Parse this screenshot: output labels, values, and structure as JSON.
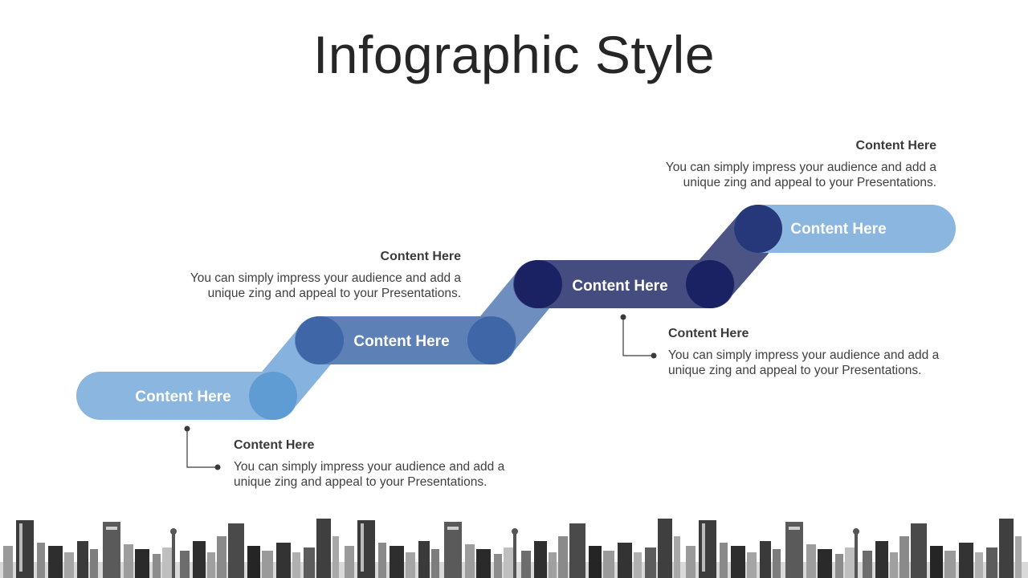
{
  "slide": {
    "title": "Infographic Style"
  },
  "steps": [
    {
      "label": "Content Here",
      "color": "#8ab6e0",
      "dot": "#5f9cd4"
    },
    {
      "label": "Content Here",
      "color": "#5d80b6",
      "dot": "#3f67a7"
    },
    {
      "label": "Content Here",
      "color": "#454d80",
      "dot": "#1a2263"
    },
    {
      "label": "Content Here",
      "color": "#8ab6e0",
      "dot": "#26387a"
    }
  ],
  "connector_colors": [
    "#85b2df",
    "#6f8ec0",
    "#4c5486"
  ],
  "callouts": [
    {
      "heading": "Content Here",
      "body_line1": "You can simply impress your audience and add a",
      "body_line2": "unique zing and appeal to your Presentations."
    },
    {
      "heading": "Content Here",
      "body_line1": "You can simply impress your audience and add a",
      "body_line2": "unique zing and appeal to your Presentations."
    },
    {
      "heading": "Content Here",
      "body_line1": "You can simply impress your audience and add a",
      "body_line2": "unique zing and appeal to your Presentations."
    },
    {
      "heading": "Content Here",
      "body_line1": "You can simply impress your audience and add a",
      "body_line2": "unique zing and appeal to your Presentations."
    }
  ]
}
